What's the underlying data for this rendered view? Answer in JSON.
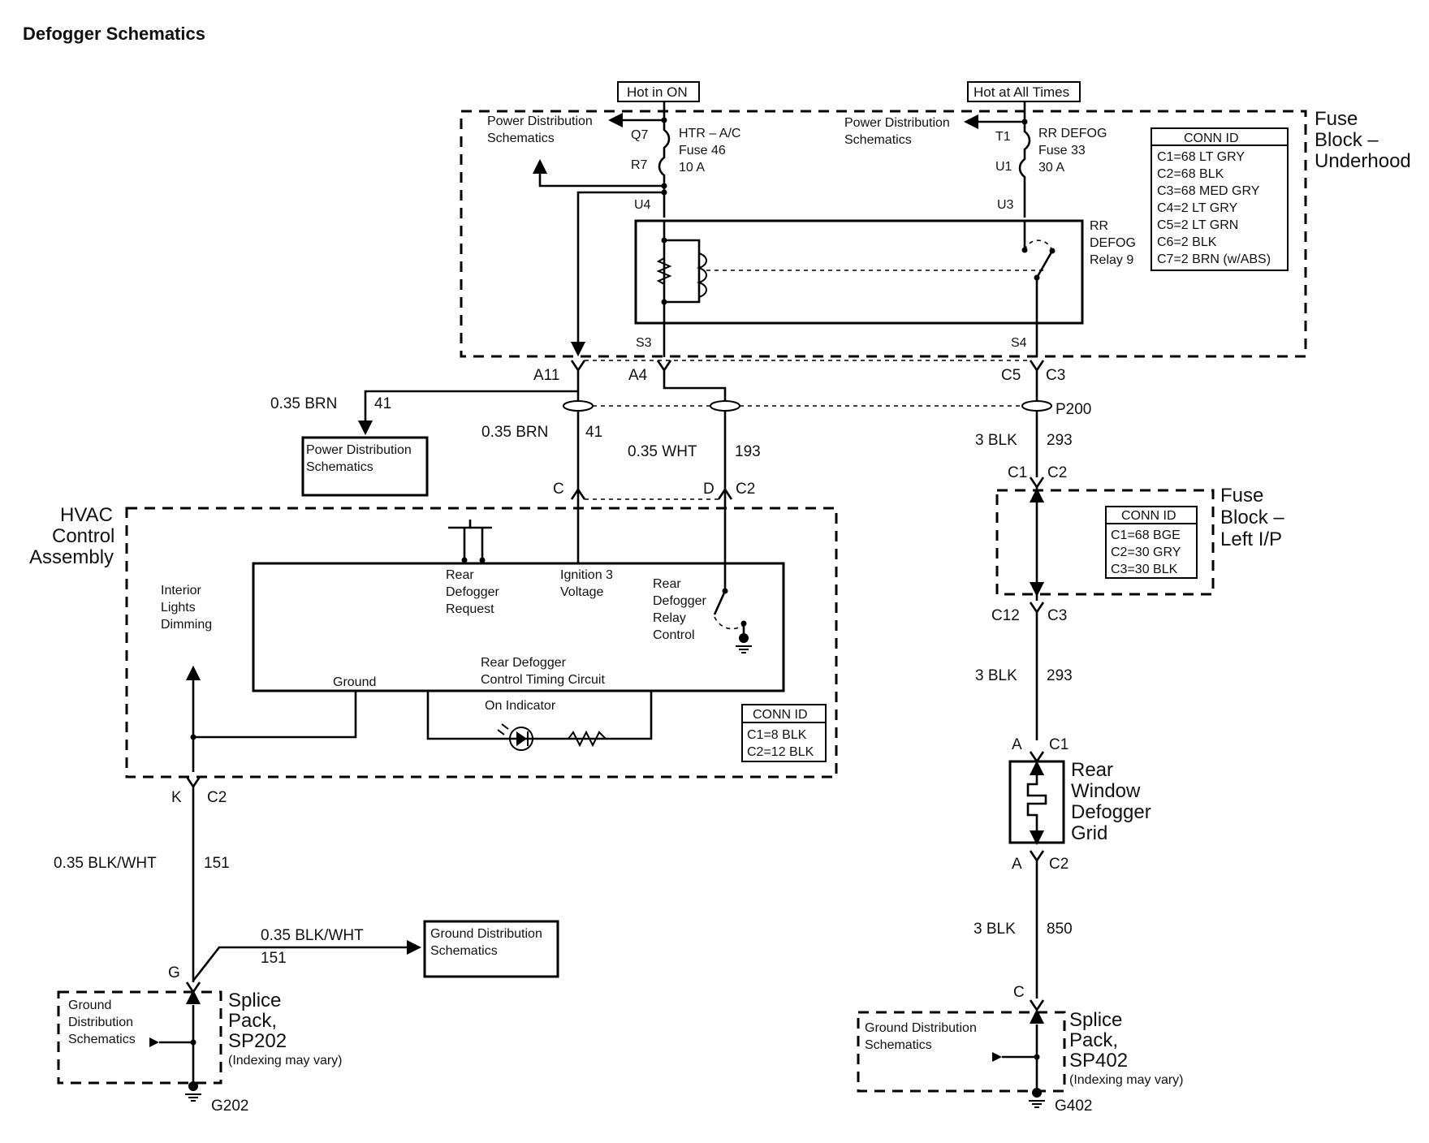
{
  "title": "Defogger Schematics",
  "sources": {
    "hot_in_on": "Hot in ON",
    "hot_at_all_times": "Hot at All Times"
  },
  "fuse_block_underhood": {
    "label_line1": "Fuse",
    "label_line2": "Block –",
    "label_line3": "Underhood",
    "pd_schematics_line1": "Power Distribution",
    "pd_schematics_line2": "Schematics",
    "htr_fuse": {
      "name": "HTR – A/C",
      "fuse": "Fuse 46",
      "amps": "10 A",
      "in_pin": "Q7",
      "out_pin": "R7",
      "term": "U4"
    },
    "rr_fuse": {
      "name": "RR DEFOG",
      "fuse": "Fuse 33",
      "amps": "30 A",
      "in_pin": "T1",
      "out_pin": "U1",
      "term": "U3"
    },
    "relay": {
      "line1": "RR",
      "line2": "DEFOG",
      "line3": "Relay 9",
      "pin_s3": "S3",
      "pin_s4": "S4"
    },
    "conn_id": {
      "title": "CONN ID",
      "rows": [
        "C1=68 LT GRY",
        "C2=68 BLK",
        "C3=68 MED GRY",
        "C4=2 LT GRY",
        "C5=2 LT GRN",
        "C6=2 BLK",
        "C7=2 BRN (w/ABS)"
      ]
    }
  },
  "connectors": {
    "a11": "A11",
    "a4": "A4",
    "c5": "C5",
    "c3": "C3",
    "p200": "P200"
  },
  "wires": {
    "brn_a": {
      "gauge": "0.35 BRN",
      "circuit": "41"
    },
    "brn_b": {
      "gauge": "0.35 BRN",
      "circuit": "41"
    },
    "wht": {
      "gauge": "0.35 WHT",
      "circuit": "193"
    },
    "blk293_a": {
      "gauge": "3 BLK",
      "circuit": "293"
    },
    "blk293_b": {
      "gauge": "3 BLK",
      "circuit": "293"
    },
    "blk850": {
      "gauge": "3 BLK",
      "circuit": "850"
    },
    "bw_a": {
      "gauge": "0.35 BLK/WHT",
      "circuit": "151"
    },
    "bw_b": {
      "gauge": "0.35 BLK/WHT",
      "circuit": "151"
    }
  },
  "pd_box": {
    "line1": "Power Distribution",
    "line2": "Schematics"
  },
  "gd_box": {
    "line1": "Ground Distribution",
    "line2": "Schematics"
  },
  "hvac": {
    "label_line1": "HVAC",
    "label_line2": "Control",
    "label_line3": "Assembly",
    "pin_c": "C",
    "pin_d": "D",
    "pin_c2": "C2",
    "interior_l1": "Interior",
    "interior_l2": "Lights",
    "interior_l3": "Dimming",
    "request_l1": "Rear",
    "request_l2": "Defogger",
    "request_l3": "Request",
    "ignition_l1": "Ignition 3",
    "ignition_l2": "Voltage",
    "relayctl_l1": "Rear",
    "relayctl_l2": "Defogger",
    "relayctl_l3": "Relay",
    "relayctl_l4": "Control",
    "timing_l1": "Rear Defogger",
    "timing_l2": "Control Timing Circuit",
    "ground": "Ground",
    "on_indicator": "On Indicator",
    "conn_id": {
      "title": "CONN ID",
      "rows": [
        "C1=8 BLK",
        "C2=12 BLK"
      ]
    },
    "out_k": "K",
    "out_c2": "C2"
  },
  "fuse_block_lip": {
    "in_c1": "C1",
    "in_c2": "C2",
    "label_line1": "Fuse",
    "label_line2": "Block –",
    "label_line3": "Left I/P",
    "conn_id": {
      "title": "CONN ID",
      "rows": [
        "C1=68 BGE",
        "C2=30 GRY",
        "C3=30 BLK"
      ]
    },
    "out_c12": "C12",
    "out_c3": "C3"
  },
  "grid": {
    "in_a": "A",
    "in_c1": "C1",
    "line1": "Rear",
    "line2": "Window",
    "line3": "Defogger",
    "line4": "Grid",
    "out_a": "A",
    "out_c2": "C2"
  },
  "sp202": {
    "pin_g": "G",
    "gd_l1": "Ground",
    "gd_l2": "Distribution",
    "gd_l3": "Schematics",
    "line1": "Splice",
    "line2": "Pack,",
    "line3": "SP202",
    "note": "(Indexing may vary)",
    "ground": "G202"
  },
  "sp402": {
    "pin_c": "C",
    "gd_l1": "Ground Distribution",
    "gd_l2": "Schematics",
    "line1": "Splice",
    "line2": "Pack,",
    "line3": "SP402",
    "note": "(Indexing may vary)",
    "ground": "G402"
  },
  "colors": {
    "ink": "#000000",
    "paper": "#ffffff"
  }
}
